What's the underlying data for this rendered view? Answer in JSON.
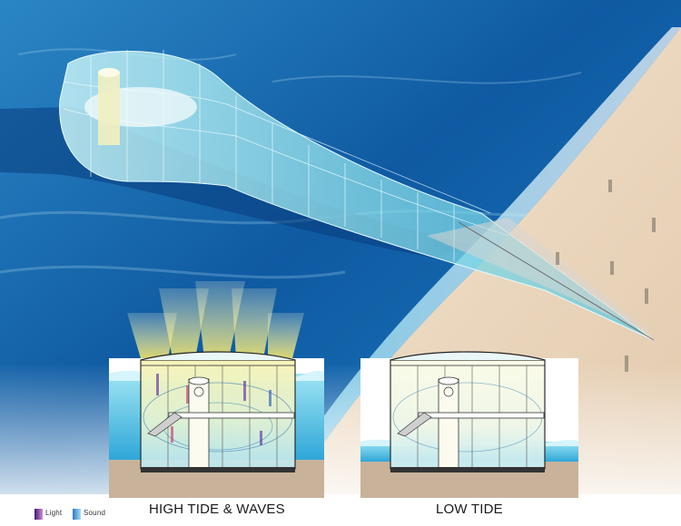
{
  "panels": {
    "left_label": "HIGH TIDE & WAVES",
    "right_label": "LOW TIDE"
  },
  "legend": {
    "items": [
      {
        "label": "Light",
        "color": "#7a3f9a"
      },
      {
        "label": "Sound",
        "color": "#5aa6dc"
      }
    ]
  },
  "colors": {
    "ocean_deep": "#0c4f93",
    "ocean_light": "#4fb2e0",
    "sand": "#e9d6bf",
    "glass": "#9fe3ef",
    "light_rays": "#f3e970"
  }
}
